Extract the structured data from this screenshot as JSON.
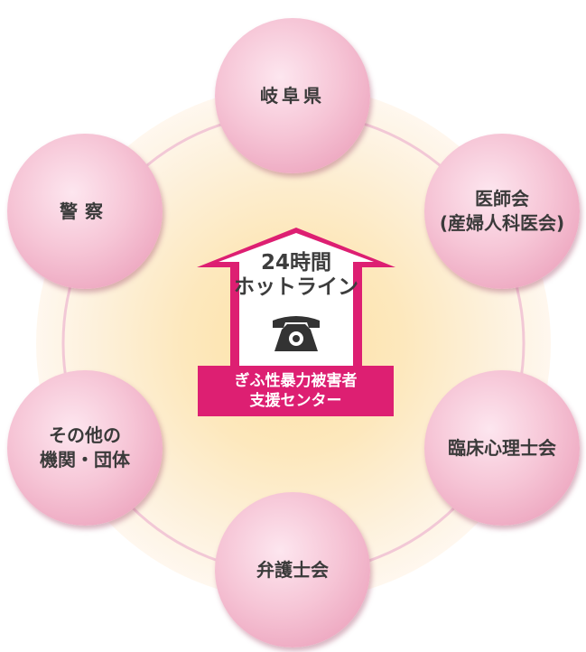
{
  "center": {
    "title_line1": "24時間",
    "title_line2": "ホットライン",
    "icon": "telephone-icon",
    "org_line1": "ぎふ性暴力被害者",
    "org_line2": "支援センター"
  },
  "nodes": {
    "gifu": "岐阜県",
    "medical_line1": "医師会",
    "medical_line2": "(産婦人科医会)",
    "psych": "臨床心理士会",
    "lawyers": "弁護士会",
    "others_line1": "その他の",
    "others_line2": "機関・団体",
    "police": "警察"
  },
  "colors": {
    "accent": "#dd1f72",
    "node_pink": "#f3b8cc",
    "ring": "#f2c8d6",
    "glow": "#fde2a6"
  }
}
